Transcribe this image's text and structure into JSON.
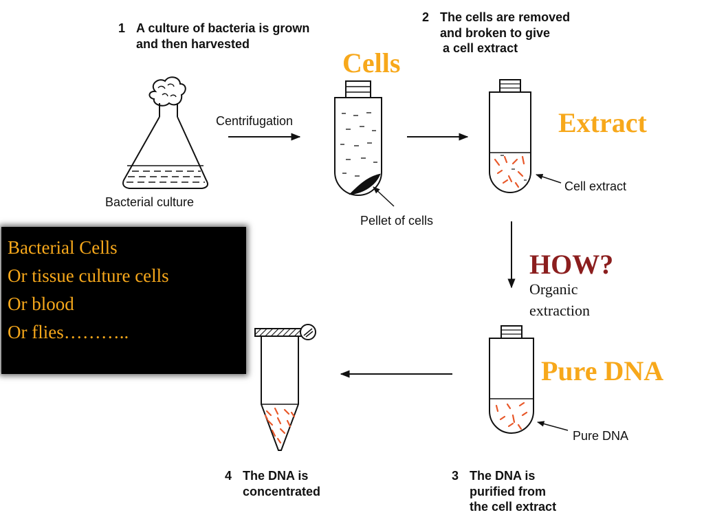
{
  "steps": [
    {
      "num": "1",
      "line1": "A culture of bacteria is grown",
      "line2": "and then harvested"
    },
    {
      "num": "2",
      "line1": "The cells are removed",
      "line2": "and broken to give",
      "line3": "a cell extract"
    },
    {
      "num": "3",
      "line1": "The DNA is",
      "line2": "purified from",
      "line3": "the cell extract"
    },
    {
      "num": "4",
      "line1": "The DNA is",
      "line2": "concentrated"
    }
  ],
  "labels": {
    "centrifugation": "Centrifugation",
    "bacterial_culture": "Bacterial culture",
    "pellet_of_cells": "Pellet of cells",
    "cell_extract": "Cell extract",
    "pure_dna": "Pure DNA"
  },
  "highlights": {
    "cells": "Cells",
    "extract": "Extract",
    "pure_dna": "Pure DNA",
    "how": "HOW?",
    "organic_line1": "Organic",
    "organic_line2": "extraction"
  },
  "sources_box": {
    "lines": [
      "Bacterial Cells",
      "Or tissue culture cells",
      "Or blood",
      "Or flies……….."
    ]
  },
  "colors": {
    "highlight_orange": "#f7a81b",
    "how_red": "#8b1e1e",
    "dna_orange": "#e8582a",
    "box_background": "#000000"
  }
}
